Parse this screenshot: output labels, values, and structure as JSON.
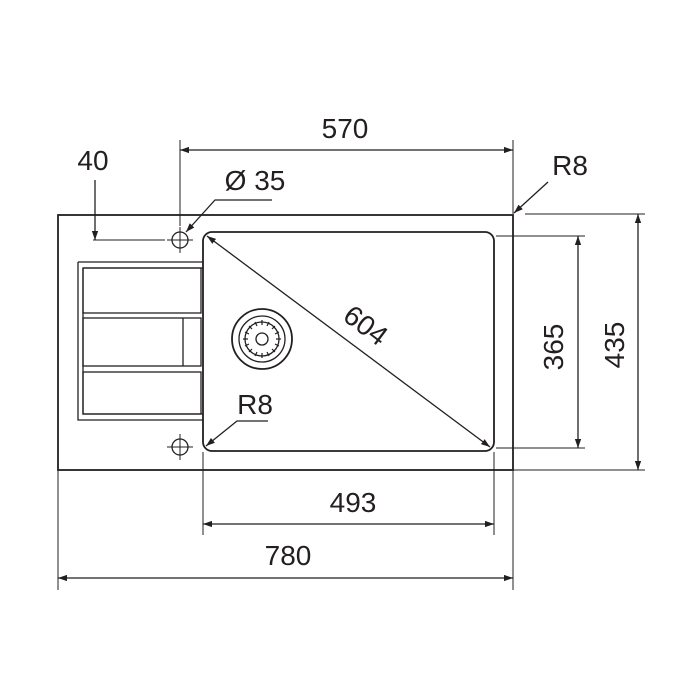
{
  "drawing": {
    "dimensions": {
      "overall_width": "780",
      "bowl_span": "570",
      "bowl_width": "493",
      "drainer_offset": "40",
      "tap_hole": "Ø 35",
      "corner_radius_outer": "R8",
      "corner_radius_bowl": "R8",
      "bowl_diagonal": "604",
      "bowl_depth": "365",
      "overall_depth": "435"
    },
    "colors": {
      "line": "#231f20",
      "background": "#ffffff"
    }
  }
}
